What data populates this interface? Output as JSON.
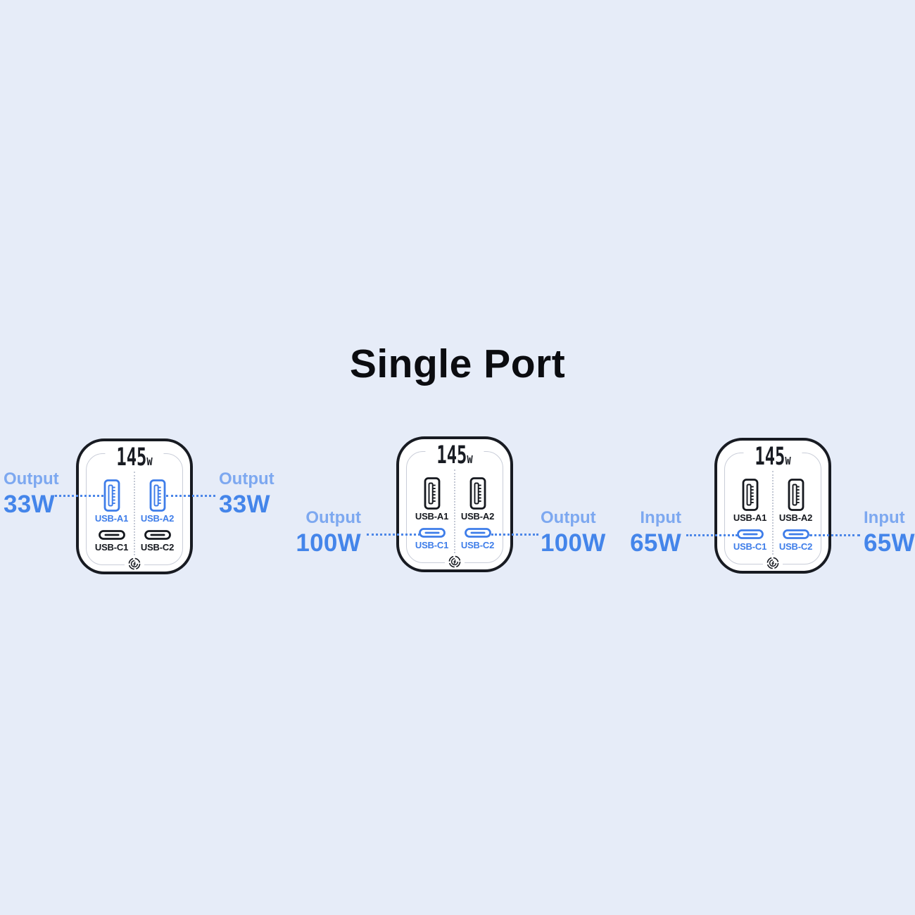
{
  "page": {
    "title": "Single Port",
    "background": "#e6ecf8"
  },
  "colors": {
    "accent_blue": "#4485ea",
    "light_label_blue": "#7da8f0",
    "port_highlight_blue": "#3e7de9",
    "port_highlight_fill": "#e9f1fd",
    "device_black": "#181b22",
    "dotted_line_blue": "#4b86e8"
  },
  "devices": [
    {
      "wattage": "145",
      "wattage_unit": "w",
      "highlight": "usb-a",
      "ports": [
        {
          "label": "USB-A1",
          "type": "usb-a",
          "highlighted": true
        },
        {
          "label": "USB-A2",
          "type": "usb-a",
          "highlighted": true
        },
        {
          "label": "USB-C1",
          "type": "usb-c",
          "highlighted": false
        },
        {
          "label": "USB-C2",
          "type": "usb-c",
          "highlighted": false
        }
      ],
      "left_label": {
        "kind": "Output",
        "value": "33W"
      },
      "right_label": {
        "kind": "Output",
        "value": "33W"
      }
    },
    {
      "wattage": "145",
      "wattage_unit": "w",
      "highlight": "usb-c",
      "ports": [
        {
          "label": "USB-A1",
          "type": "usb-a",
          "highlighted": false
        },
        {
          "label": "USB-A2",
          "type": "usb-a",
          "highlighted": false
        },
        {
          "label": "USB-C1",
          "type": "usb-c",
          "highlighted": true
        },
        {
          "label": "USB-C2",
          "type": "usb-c",
          "highlighted": true
        }
      ],
      "left_label": {
        "kind": "Output",
        "value": "100W"
      },
      "right_label": {
        "kind": "Output",
        "value": "100W"
      }
    },
    {
      "wattage": "145",
      "wattage_unit": "w",
      "highlight": "usb-c",
      "ports": [
        {
          "label": "USB-A1",
          "type": "usb-a",
          "highlighted": false
        },
        {
          "label": "USB-A2",
          "type": "usb-a",
          "highlighted": false
        },
        {
          "label": "USB-C1",
          "type": "usb-c",
          "highlighted": true
        },
        {
          "label": "USB-C2",
          "type": "usb-c",
          "highlighted": true
        }
      ],
      "left_label": {
        "kind": "Input",
        "value": "65W"
      },
      "right_label": {
        "kind": "Input",
        "value": "65W"
      }
    }
  ]
}
